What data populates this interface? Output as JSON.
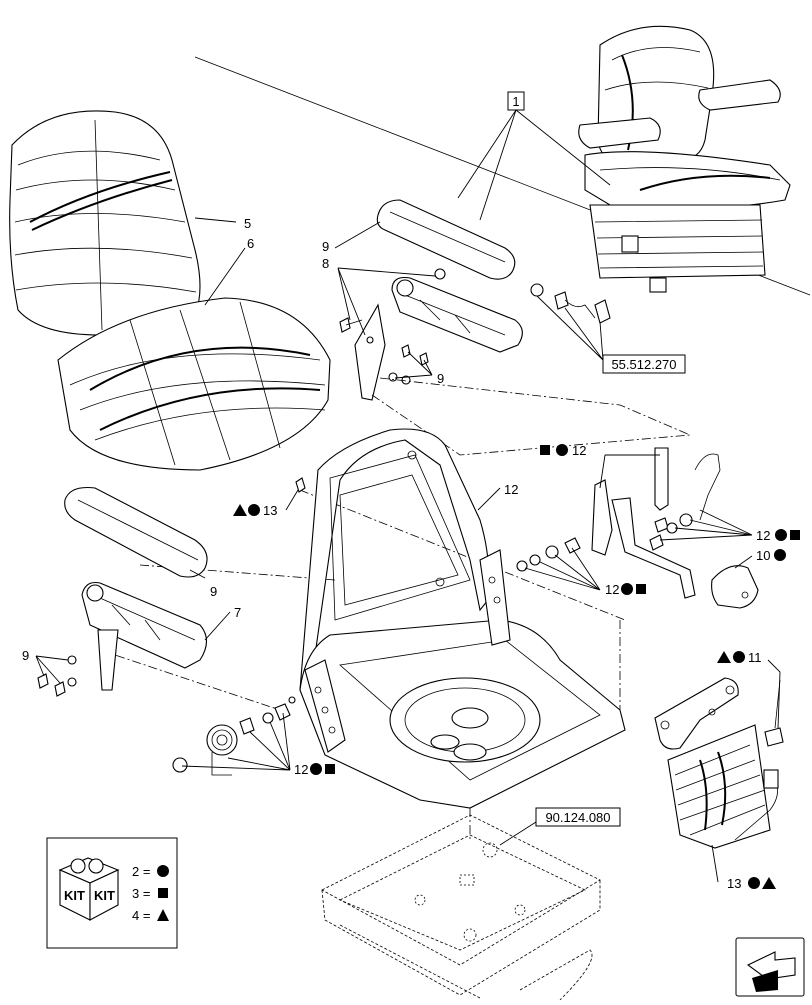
{
  "callouts": {
    "c1": "1",
    "c5": "5",
    "c6": "6",
    "c9_top": "9",
    "c8": "8",
    "c9_mid": "9",
    "c12_sq_top": "12",
    "c12_circ": "12",
    "c13_left": "13",
    "c12_right_a": "12",
    "c10": "10",
    "c12_right_b": "12",
    "c9_arm": "9",
    "c7": "7",
    "c9_left": "9",
    "c11": "11",
    "c12_bottom": "12",
    "c13_bottom": "13"
  },
  "references": {
    "ref_top": "55.512.270",
    "ref_bottom": "90.124.080"
  },
  "legend": {
    "kit_label": "KIT",
    "row1": "2 =",
    "row2": "3 =",
    "row3": "4 ="
  },
  "icons": [
    "circle-symbol",
    "square-symbol",
    "triangle-symbol",
    "kit-box-icon",
    "next-page-arrow-icon"
  ]
}
